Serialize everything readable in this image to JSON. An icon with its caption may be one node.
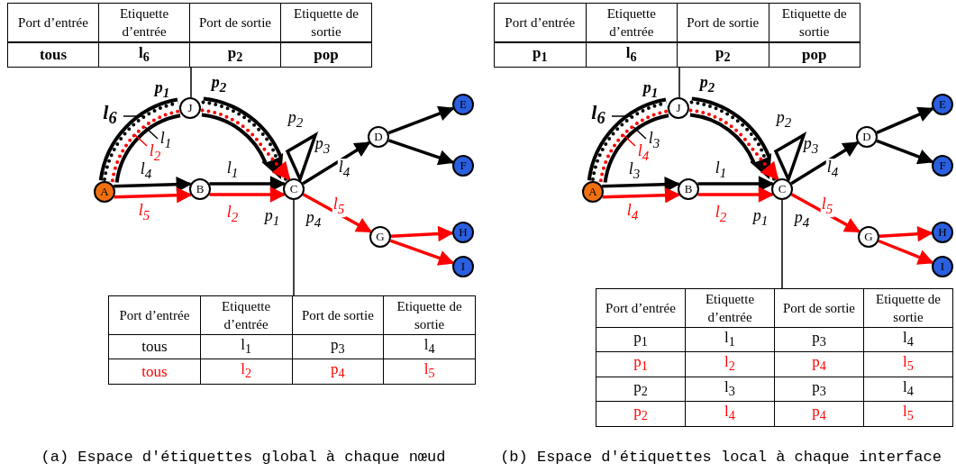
{
  "diagram": {
    "nodes": [
      {
        "text": [
          "Port d’entrée",
          "Etiquette d’entrée",
          "Port de sortie",
          "Etiquette de sortie",
          "tous",
          "l$_{6}$",
          "p$_{2}$",
          "pop"
        ]
      },
      {
        "text": [
          "A"
        ]
      },
      {
        "text": [
          "B"
        ]
      },
      {
        "text": [
          "C"
        ]
      },
      {
        "text": [
          "D"
        ]
      },
      {
        "text": [
          "E"
        ]
      },
      {
        "text": [
          "F"
        ]
      },
      {
        "text": [
          "G"
        ]
      },
      {
        "text": [
          "H"
        ]
      },
      {
        "text": [
          "I"
        ]
      },
      {
        "text": [
          "J"
        ]
      },
      {
        "text": [
          "Port d’entrée",
          "Etiquette d’entrée",
          "Port de sortie",
          "Etiquette de sortie",
          "tous",
          "l$_{1}$",
          "p$_{3}$",
          "l$_{4}$",
          "tous",
          "l$_{2}$",
          "p$_{4}$",
          "l$_{5}$"
        ]
      },
      {
        "text": [
          "l$_{6}$"
        ]
      },
      {
        "text": [
          "l$_{1}$"
        ]
      },
      {
        "text": [
          "l$_{2}$"
        ]
      },
      {
        "text": [],
        "shape": "triangle"
      },
      {
        "text": [
          "Port d’entrée",
          "Etiquette d’entrée",
          "Port de sortie",
          "Etiquette de sortie",
          "p$_{1}$",
          "l$_{6}$",
          "p$_{2}$",
          "pop"
        ]
      },
      {
        "text": [
          "A"
        ]
      },
      {
        "text": [
          "B"
        ]
      },
      {
        "text": [
          "C"
        ]
      },
      {
        "text": [
          "D"
        ]
      },
      {
        "text": [
          "E"
        ]
      },
      {
        "text": [
          "F"
        ]
      },
      {
        "text": [
          "G"
        ]
      },
      {
        "text": [
          "H"
        ]
      },
      {
        "text": [
          "I"
        ]
      },
      {
        "text": [
          "J"
        ]
      },
      {
        "text": [
          "Port d’entrée",
          "Etiquette d’entrée",
          "Port de sortie",
          "Etiquette de sortie",
          "p$_{1}$",
          "l$_{1}$",
          "p$_{3}$",
          "l$_{4}$",
          "p$_{1}$",
          "l$_{2}$",
          "p$_{4}$",
          "l$_{5}$",
          "p$_{2}$",
          "l$_{3}$",
          "p$_{3}$",
          "l$_{4}$",
          "p$_{2}$",
          "l$_{4}$",
          "p$_{4}$",
          "l$_{5}$"
        ]
      },
      {
        "text": [
          "l$_{6}$"
        ]
      },
      {
        "text": [
          "l$_{3}$"
        ]
      },
      {
        "text": [
          "l$_{4}$"
        ]
      },
      {
        "text": [],
        "shape": "triangle"
      }
    ],
    "edges": [
      {
        "from": 1,
        "to": 10,
        "arrow": "none",
        "style": "thick"
      },
      {
        "from": 10,
        "to": 3,
        "arrow": "to",
        "style": "thick"
      },
      {
        "from": 1,
        "to": 10,
        "arrow": "none",
        "style": "dashed"
      },
      {
        "from": 10,
        "to": 3,
        "arrow": "none",
        "style": "dashed"
      },
      {
        "from": 1,
        "to": 10,
        "arrow": "none",
        "style": "dashed",
        "color": "#ff0000"
      },
      {
        "from": 10,
        "to": 3,
        "arrow": "to",
        "style": "dashed",
        "color": "#ff0000"
      },
      {
        "from": 1,
        "to": 2,
        "arrow": "to",
        "label": "l$_{4}$"
      },
      {
        "from": 1,
        "to": 2,
        "arrow": "to",
        "label": "l$_{5}$",
        "color": "#ff0000"
      },
      {
        "from": 2,
        "to": 3,
        "arrow": "to",
        "label": "l$_{1}$"
      },
      {
        "from": 2,
        "to": 3,
        "arrow": "to",
        "label": "l$_{2}$",
        "color": "#ff0000"
      },
      {
        "from": 3,
        "to": 4,
        "arrow": "to",
        "label": "l$_{4}$"
      },
      {
        "from": 3,
        "to": 7,
        "arrow": "to",
        "label": "l$_{5}$",
        "color": "#ff0000"
      },
      {
        "from": 4,
        "to": 5,
        "arrow": "to"
      },
      {
        "from": 4,
        "to": 6,
        "arrow": "to"
      },
      {
        "from": 7,
        "to": 8,
        "arrow": "to",
        "color": "#ff0000"
      },
      {
        "from": 7,
        "to": 9,
        "arrow": "to",
        "color": "#ff0000"
      },
      {
        "from": 0,
        "to": 10,
        "arrow": "none"
      },
      {
        "from": 3,
        "to": 11,
        "arrow": "none"
      },
      {
        "from": 12,
        "to": null,
        "arrow": "none"
      },
      {
        "from": 13,
        "to": null,
        "arrow": "none"
      },
      {
        "from": 14,
        "to": null,
        "arrow": "none",
        "color": "#ff0000"
      },
      {
        "from": 17,
        "to": 26,
        "arrow": "none",
        "style": "thick"
      },
      {
        "from": 26,
        "to": 19,
        "arrow": "to",
        "style": "thick"
      },
      {
        "from": 17,
        "to": 26,
        "arrow": "none",
        "style": "dashed"
      },
      {
        "from": 26,
        "to": 19,
        "arrow": "none",
        "style": "dashed"
      },
      {
        "from": 17,
        "to": 26,
        "arrow": "none",
        "style": "dashed",
        "color": "#ff0000"
      },
      {
        "from": 26,
        "to": 19,
        "arrow": "to",
        "style": "dashed",
        "color": "#ff0000"
      },
      {
        "from": 17,
        "to": 18,
        "arrow": "to",
        "label": "l$_{3}$"
      },
      {
        "from": 17,
        "to": 18,
        "arrow": "to",
        "label": "l$_{4}$",
        "color": "#ff0000"
      },
      {
        "from": 18,
        "to": 19,
        "arrow": "to",
        "label": "l$_{1}$"
      },
      {
        "from": 18,
        "to": 19,
        "arrow": "to",
        "label": "l$_{2}$",
        "color": "#ff0000"
      },
      {
        "from": 19,
        "to": 20,
        "arrow": "to",
        "label": "l$_{4}$"
      },
      {
        "from": 19,
        "to": 23,
        "arrow": "to",
        "label": "l$_{5}$",
        "color": "#ff0000"
      },
      {
        "from": 20,
        "to": 21,
        "arrow": "to"
      },
      {
        "from": 20,
        "to": 22,
        "arrow": "to"
      },
      {
        "from": 23,
        "to": 24,
        "arrow": "to",
        "color": "#ff0000"
      },
      {
        "from": 23,
        "to": 25,
        "arrow": "to",
        "color": "#ff0000"
      },
      {
        "from": 16,
        "to": 26,
        "arrow": "none"
      },
      {
        "from": 19,
        "to": 27,
        "arrow": "none"
      },
      {
        "from": 28,
        "to": null,
        "arrow": "none"
      },
      {
        "from": 29,
        "to": null,
        "arrow": "none"
      },
      {
        "from": 30,
        "to": null,
        "arrow": "none",
        "color": "#ff0000"
      }
    ],
    "labels": [
      "p$_{1}$",
      "p$_{2}$",
      "p$_{2}$",
      "p$_{3}$",
      "p$_{1}$",
      "p$_{4}$",
      "p$_{1}$",
      "p$_{2}$",
      "p$_{2}$",
      "p$_{3}$",
      "p$_{1}$",
      "p$_{4}$",
      "(a) Espace d'étiquettes global à chaque nœud",
      "(b) Espace d'étiquettes local à chaque interface"
    ]
  }
}
